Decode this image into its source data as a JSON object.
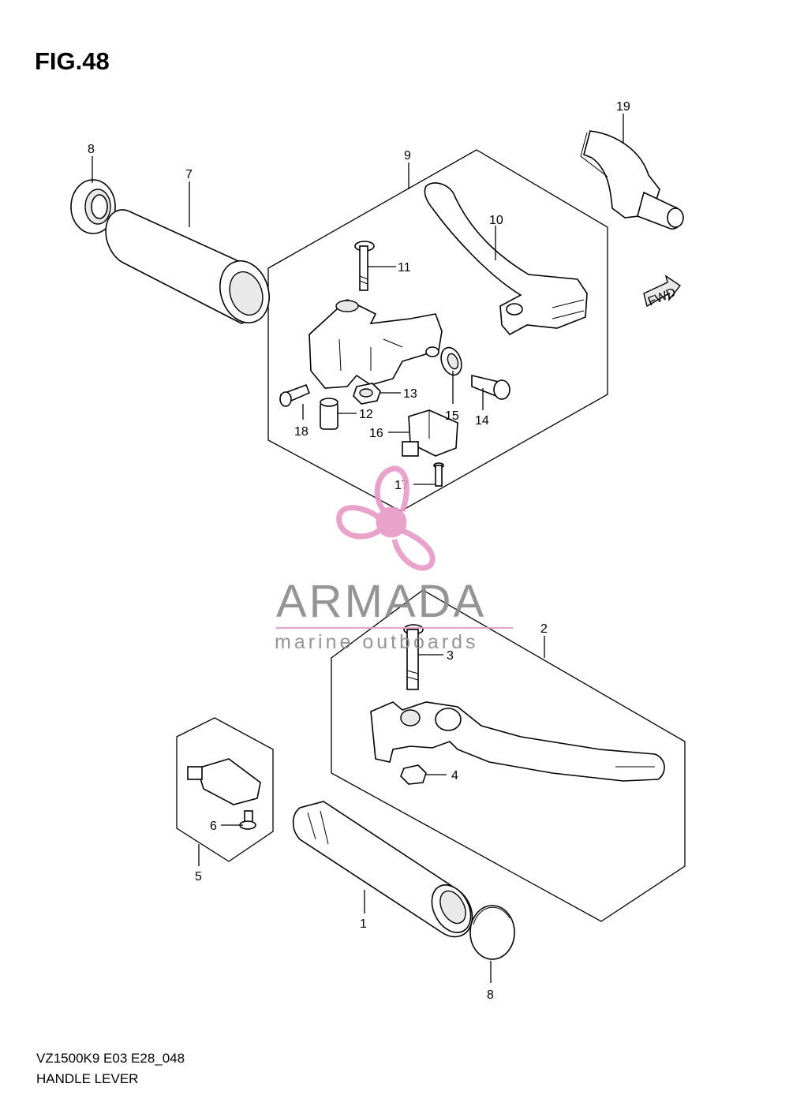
{
  "figure": {
    "title": "FIG.48",
    "model_code": "VZ1500K9 E03 E28_048",
    "section_name": "HANDLE LEVER"
  },
  "watermark": {
    "brand": "ARMADA",
    "tagline": "marine outboards",
    "colors": {
      "pink": "#e79ac6",
      "gray": "#8a8a8a"
    }
  },
  "direction_badge": "FWD",
  "callouts": {
    "c1": "1",
    "c2": "2",
    "c3": "3",
    "c4": "4",
    "c5": "5",
    "c6": "6",
    "c7": "7",
    "c8a": "8",
    "c8b": "8",
    "c9": "9",
    "c10": "10",
    "c11": "11",
    "c12": "12",
    "c13": "13",
    "c14": "14",
    "c15": "15",
    "c16": "16",
    "c17": "17",
    "c18": "18",
    "c19": "19"
  }
}
